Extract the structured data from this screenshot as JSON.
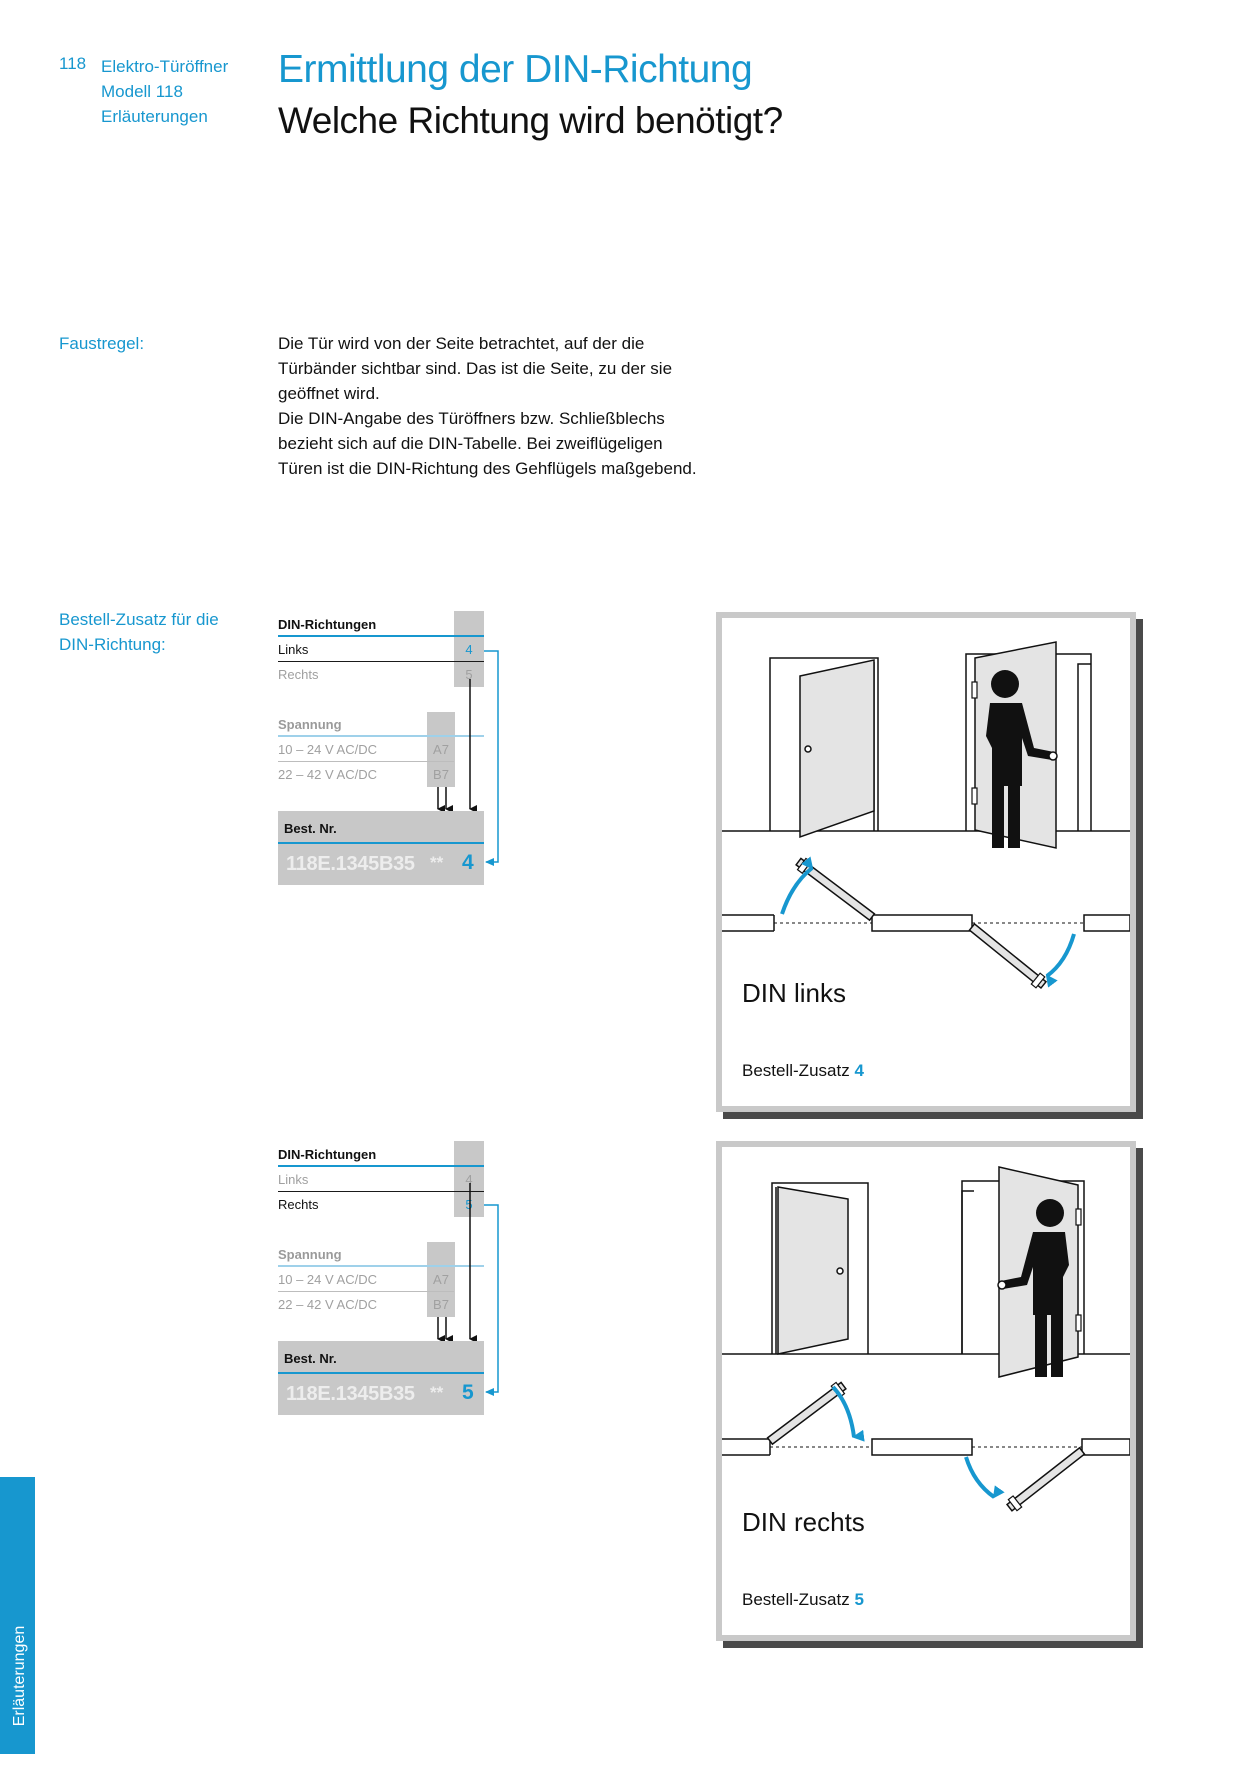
{
  "header": {
    "page_number": "118",
    "lines": [
      "Elektro-Türöffner",
      "Modell 118",
      "Erläuterungen"
    ],
    "title": "Ermittlung der DIN-Richtung",
    "subtitle": "Welche Richtung wird benötigt?"
  },
  "rule": {
    "label": "Faustregel:",
    "lines": [
      "Die Tür wird von der Seite betrachtet, auf der die",
      "Türbänder sichtbar sind. Das ist die Seite, zu der sie",
      "geöffnet wird.",
      "Die DIN-Angabe des  Türöffners bzw. Schließblechs",
      "bezieht sich auf die DIN-Tabelle. Bei zweiflügeligen",
      "Türen ist die DIN-Richtung des Gehflügels maßgebend."
    ]
  },
  "order_section": {
    "label_line1": "Bestell-Zusatz für die",
    "label_line2": "DIN-Richtung:"
  },
  "tables": [
    {
      "din_header": "DIN-Richtungen",
      "din_rows": [
        {
          "label": "Links",
          "value": "4",
          "active": true
        },
        {
          "label": "Rechts",
          "value": "5",
          "active": false
        }
      ],
      "voltage_header": "Spannung",
      "voltage_rows": [
        {
          "label": "10 – 24 V AC/DC",
          "value": "A7"
        },
        {
          "label": "22 – 42 V AC/DC",
          "value": "B7"
        }
      ],
      "order_label": "Best. Nr.",
      "order_number": "118E.1345B35",
      "order_stars": "**",
      "order_digit": "4"
    },
    {
      "din_header": "DIN-Richtungen",
      "din_rows": [
        {
          "label": "Links",
          "value": "4",
          "active": false
        },
        {
          "label": "Rechts",
          "value": "5",
          "active": true
        }
      ],
      "voltage_header": "Spannung",
      "voltage_rows": [
        {
          "label": "10 – 24 V AC/DC",
          "value": "A7"
        },
        {
          "label": "22 – 42 V AC/DC",
          "value": "B7"
        }
      ],
      "order_label": "Best. Nr.",
      "order_number": "118E.1345B35",
      "order_stars": "**",
      "order_digit": "5"
    }
  ],
  "panels": [
    {
      "title": "DIN links",
      "sub_label": "Bestell-Zusatz",
      "sub_value": "4"
    },
    {
      "title": "DIN rechts",
      "sub_label": "Bestell-Zusatz",
      "sub_value": "5"
    }
  ],
  "side_tab": {
    "label": "Erläuterungen"
  },
  "colors": {
    "accent": "#1797cf",
    "gray_block": "#c8c8c8",
    "door_fill": "#e4e4e4"
  }
}
